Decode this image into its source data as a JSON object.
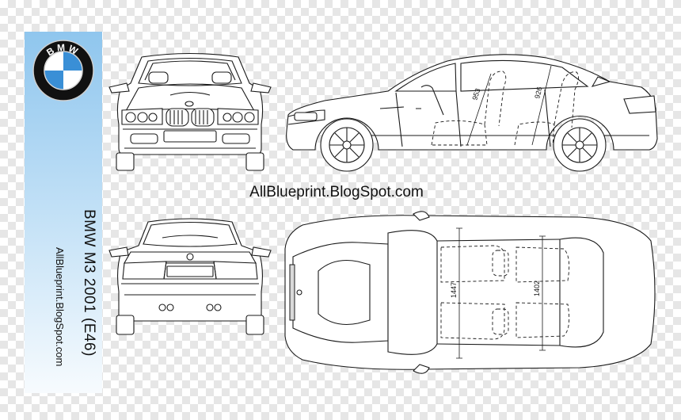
{
  "sidebar": {
    "logo_text": "BMW",
    "model_title": "BMW M3 2001 (E46)",
    "site_url": "AllBlueprint.BlogSpot.com"
  },
  "main": {
    "site_url": "AllBlueprint.BlogSpot.com"
  },
  "dimensions": {
    "seat_front_height": "953",
    "seat_rear_height": "926",
    "front_width": "1447",
    "rear_width": "1402"
  },
  "colors": {
    "sidebar_top": "#8fc6ee",
    "sidebar_bottom": "#f7fbfe",
    "bmw_blue": "#3a8fd6",
    "logo_black": "#111111"
  }
}
